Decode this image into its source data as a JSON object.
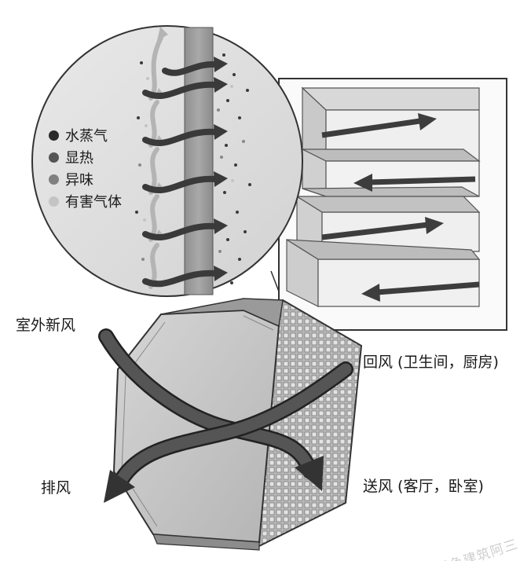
{
  "legend": [
    {
      "label": "水蒸气",
      "color": "#2a2a2a"
    },
    {
      "label": "显热",
      "color": "#555555"
    },
    {
      "label": "异味",
      "color": "#808080"
    },
    {
      "label": "有害气体",
      "color": "#c4c4c4"
    }
  ],
  "labels": {
    "outdoor_fresh_air": "室外新风",
    "exhaust": "排风",
    "return_air": "回风 (卫生间，厨房)",
    "supply_air": "送风 (客厅，卧室)"
  },
  "watermark": "绿色建筑阿三"
}
